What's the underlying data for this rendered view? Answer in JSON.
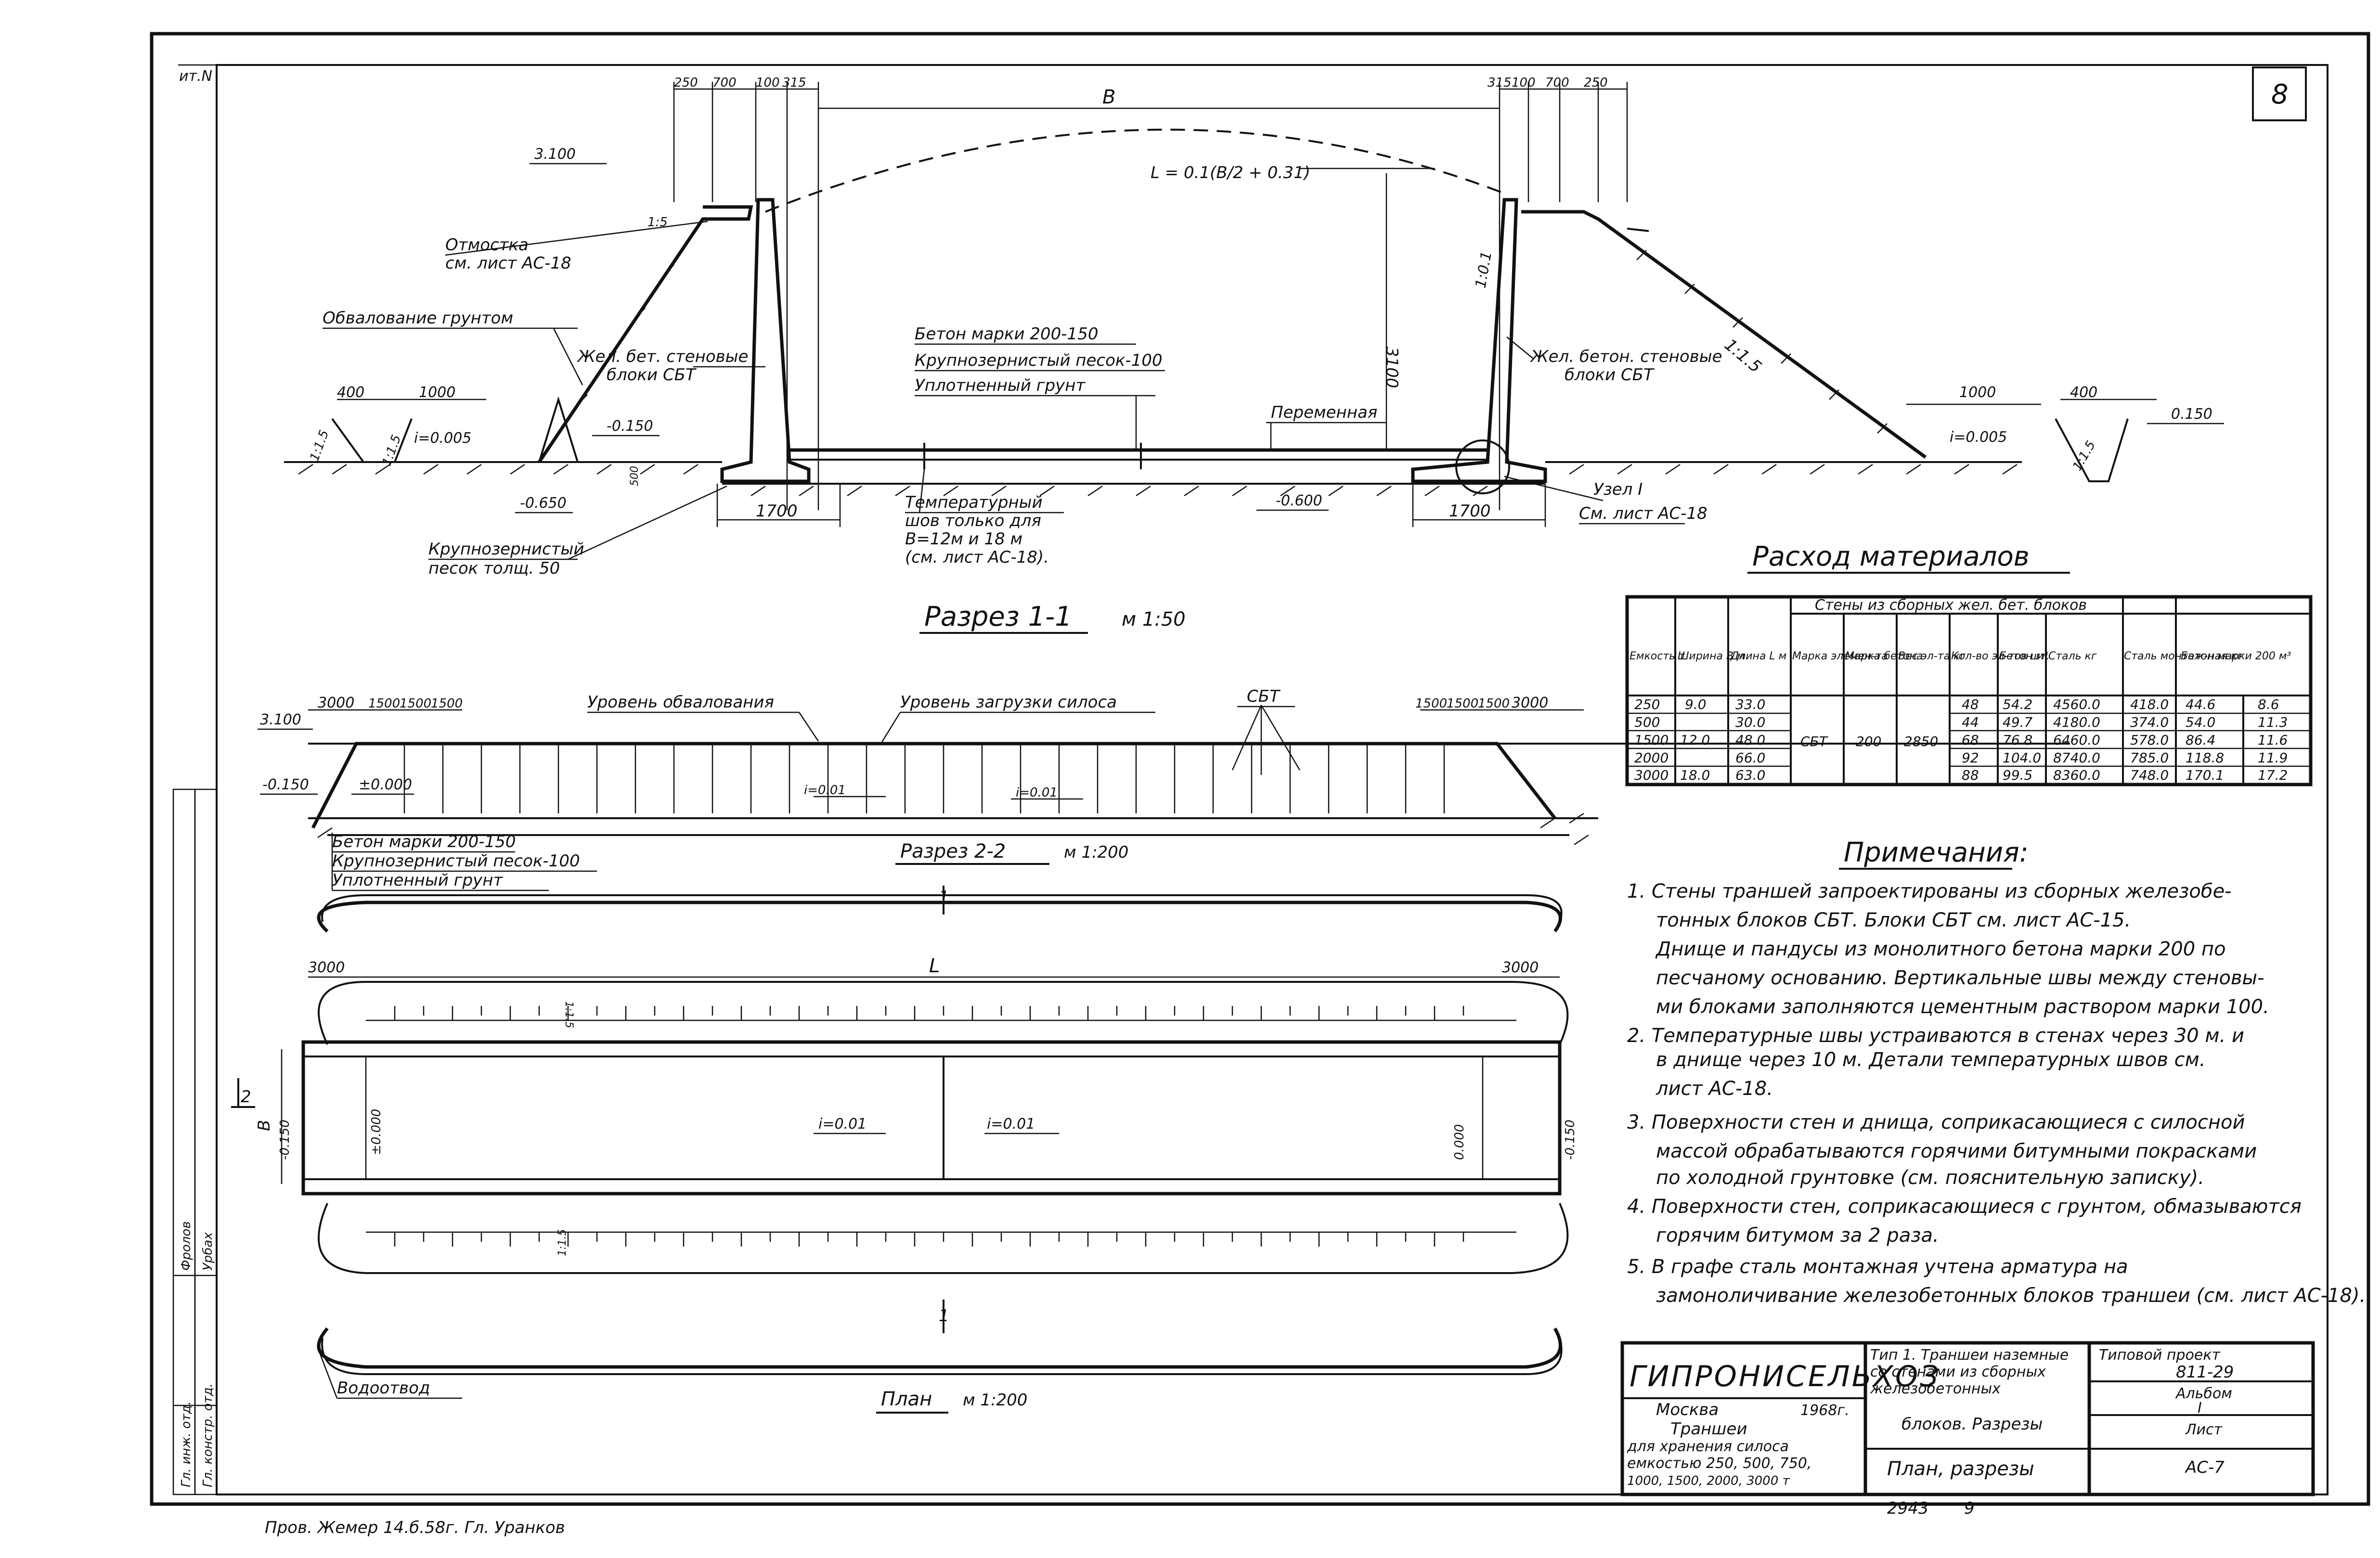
{
  "sheet": {
    "sheet_number": "8",
    "corner_tag": "ит.N"
  },
  "section_1_1": {
    "title": "Разрез 1-1",
    "scale": "м 1:50",
    "top_dims_left": [
      "250",
      "700",
      "100",
      "315"
    ],
    "top_dims_right": [
      "315",
      "100",
      "700",
      "250"
    ],
    "span_label": "B",
    "curve_formula": "L = 0.1(B/2 + 0.31)",
    "level_left": "3.100",
    "slope_left": "1:5",
    "slope_right": "1:1.5",
    "slope_small_left": "1:1.5",
    "slope_small_left2": "1:1.5",
    "slope_small_right": "1:1.5",
    "label_otmostka": "Отмостка",
    "label_otmostka_ref": "см. лист АС-18",
    "label_obvalovanie": "Обвалование грунтом",
    "label_blocks_left_1": "Жел. бет. стеновые",
    "label_blocks_left_2": "блоки СБТ",
    "label_blocks_right_1": "Жел. бетон. стеновые",
    "label_blocks_right_2": "блоки СБТ",
    "label_concrete": "Бетон марки 200-150",
    "label_sand": "Крупнозернистый песок-100",
    "label_soil": "Уплотненный грунт",
    "label_variable": "Переменная",
    "label_joint_1": "Температурный",
    "label_joint_2": "шов только для",
    "label_joint_3": "B=12м и 18 м",
    "label_joint_4": "(см. лист АС-18).",
    "label_coarse_sand_1": "Крупнозернистый",
    "label_coarse_sand_2": "песок толщ. 50",
    "label_node_1": "Узел I",
    "label_node_2": "См. лист АС-18",
    "dim_400_left": "400",
    "dim_1000_left": "1000",
    "dim_400_right": "400",
    "dim_1000_right": "1000",
    "dim_1700_left": "1700",
    "dim_1700_right": "1700",
    "dim_500": "500",
    "dim_3100": "3100",
    "wall_slope": "1:0.1",
    "level_m0150": "-0.150",
    "level_m0650": "-0.650",
    "level_m0600": "-0.600",
    "level_p0150": "0.150",
    "grade_left": "i=0.005",
    "grade_right": "i=0.005"
  },
  "section_2_2": {
    "title": "Разрез 2-2",
    "scale": "м 1:200",
    "dims_left": [
      "3000",
      "1500",
      "1500",
      "1500"
    ],
    "dims_right": [
      "1500",
      "1500",
      "1500",
      "3000"
    ],
    "level_top": "3.100",
    "level_m0150": "-0.150",
    "level_zero": "±0.000",
    "label_level_embank": "Уровень обвалования",
    "label_level_load": "Уровень загрузки силоса",
    "label_sbt": "СБТ",
    "grade_1": "i=0.01",
    "grade_2": "i=0.01",
    "label_concrete": "Бетон марки 200-150",
    "label_sand": "Крупнозернистый песок-100",
    "label_soil": "Уплотненный грунт"
  },
  "plan": {
    "title": "План",
    "scale": "м 1:200",
    "length_label": "L",
    "dim_left": "3000",
    "dim_right": "3000",
    "span_label": "B",
    "cut_marker": "1",
    "cut_2": "2",
    "grade_1": "i=0.01",
    "grade_2": "i=0.01",
    "level_left": "±0.000",
    "level_right": "0.000",
    "level_side_left": "-0.150",
    "level_side_right": "-0.150",
    "slope_top": "1:1.5",
    "slope_bottom": "1:1.5",
    "label_drain": "Водоотвод"
  },
  "materials_table": {
    "title": "Расход материалов",
    "group_header": "Стены из сборных жел. бет. блоков",
    "headers": [
      "Емкость т",
      "Ширина B м",
      "Длина L м",
      "Марка элемен-та",
      "Марка бетона",
      "Вес эл-та кг",
      "Кол-во эл-тов шт.",
      "Бетон м³",
      "Сталь кг",
      "Сталь монтаж-ная кг",
      "Бетон марки 200 м³"
    ],
    "rows": [
      [
        "250",
        "9.0",
        "33.0",
        "СБТ",
        "200",
        "2850",
        "48",
        "54.2",
        "4560.0",
        "418.0",
        "44.6",
        "8.6"
      ],
      [
        "500",
        "",
        "30.0",
        "",
        "",
        "",
        "44",
        "49.7",
        "4180.0",
        "374.0",
        "54.0",
        "11.3"
      ],
      [
        "1500",
        "12.0",
        "48.0",
        "",
        "",
        "",
        "68",
        "76.8",
        "6460.0",
        "578.0",
        "86.4",
        "11.6"
      ],
      [
        "2000",
        "",
        "66.0",
        "",
        "",
        "",
        "92",
        "104.0",
        "8740.0",
        "785.0",
        "118.8",
        "11.9"
      ],
      [
        "3000",
        "18.0",
        "63.0",
        "",
        "",
        "",
        "88",
        "99.5",
        "8360.0",
        "748.0",
        "170.1",
        "17.2"
      ]
    ]
  },
  "notes": {
    "title": "Примечания:",
    "lines": [
      "1. Стены траншей запроектированы из сборных железобе-",
      "тонных блоков СБТ. Блоки СБТ см. лист АС-15.",
      "Днище и пандусы из монолитного бетона марки 200 по",
      "песчаному основанию. Вертикальные швы между стеновы-",
      "ми блоками заполняются цементным раствором марки 100.",
      "2. Температурные швы устраиваются в стенах через 30 м. и",
      "в днище через 10 м. Детали температурных швов см.",
      "лист АС-18.",
      "3. Поверхности стен и днища, соприкасающиеся с силосной",
      "массой обрабатываются горячими битумными покрасками",
      "по холодной грунтовке (см. пояснительную записку).",
      "4. Поверхности стен, соприкасающиеся с грунтом, обмазываются",
      "горячим битумом за 2 раза.",
      "5. В графе сталь монтажная учтена арматура на",
      "замоноличивание железобетонных блоков траншеи (см. лист АС-18)."
    ]
  },
  "title_block": {
    "org": "ГИПРОНИСЕЛЬХОЗ",
    "city": "Москва",
    "year": "1968г.",
    "desc_1": "Тип 1. Траншеи наземные",
    "desc_2": "со стенами из сборных",
    "desc_3": "железобетонных",
    "desc_4": "блоков. Разрезы",
    "project_label": "Типовой проект",
    "project_number": "811-29",
    "album_label": "Альбом",
    "album_number": "I",
    "object_1": "Траншеи",
    "object_2": "для хранения силоса",
    "object_3": "емкостью 250, 500, 750,",
    "object_4": "1000, 1500, 2000, 3000 т",
    "sheet_title": "План, разрезы",
    "sheet_label": "Лист",
    "sheet_code": "АС-7",
    "archive_number": "2943",
    "page_number": "9"
  },
  "side_stamps": {
    "s1": "Гл. инж. отд.",
    "s2": "Гл. констр. отд.",
    "s3": "Фролов",
    "s4": "Урбах"
  },
  "signature_line": "Пров. Жемер 14.б.58г. Гл. Уранков"
}
